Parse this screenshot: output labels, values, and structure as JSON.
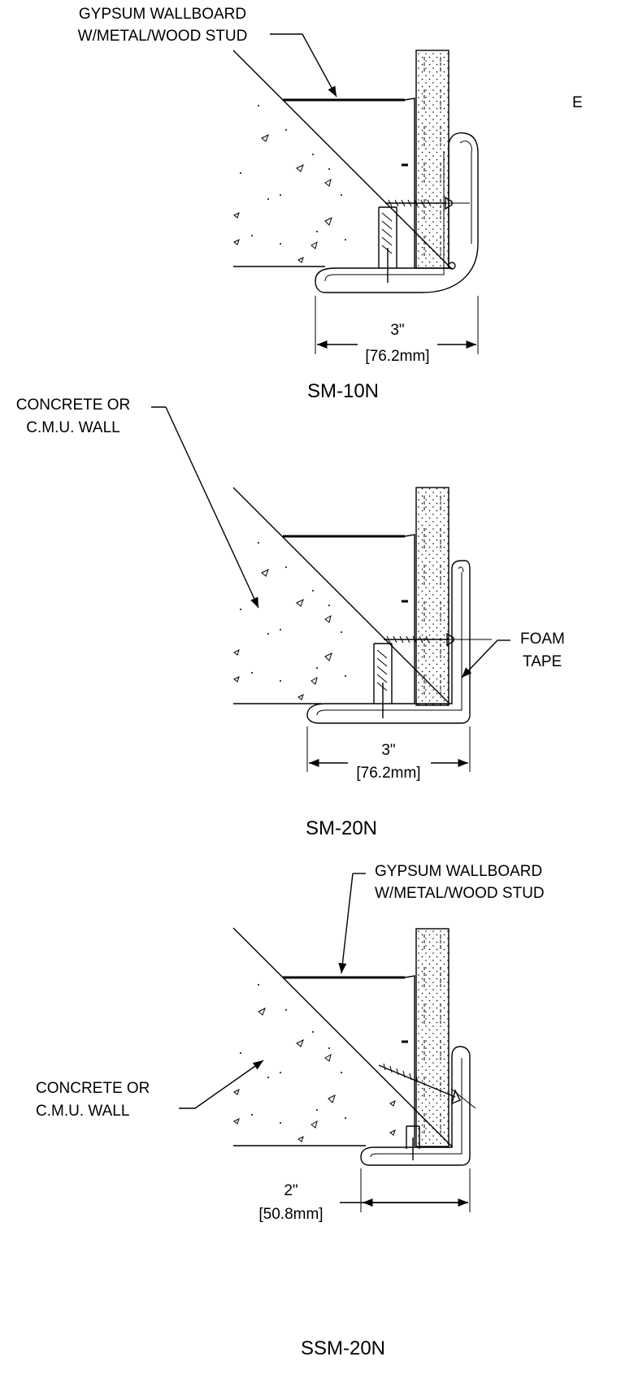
{
  "details": [
    {
      "title": "SM-10N",
      "callouts": [
        {
          "lines": [
            "GYPSUM WALLBOARD",
            "W/METAL/WOOD STUD"
          ]
        }
      ],
      "dimension": {
        "imperial": "3\"",
        "metric": "[76.2mm]"
      }
    },
    {
      "title": "SM-20N",
      "callouts": [
        {
          "lines": [
            "CONCRETE OR",
            "C.M.U. WALL"
          ]
        },
        {
          "lines": [
            "FOAM",
            "TAPE"
          ]
        }
      ],
      "dimension": {
        "imperial": "3\"",
        "metric": "[76.2mm]"
      }
    },
    {
      "title": "SSM-20N",
      "callouts": [
        {
          "lines": [
            "GYPSUM WALLBOARD",
            "W/METAL/WOOD STUD"
          ]
        },
        {
          "lines": [
            "CONCRETE OR",
            "C.M.U. WALL"
          ]
        }
      ],
      "dimension": {
        "imperial": "2\"",
        "metric": "[50.8mm]"
      }
    }
  ],
  "edge_fragment": "E"
}
